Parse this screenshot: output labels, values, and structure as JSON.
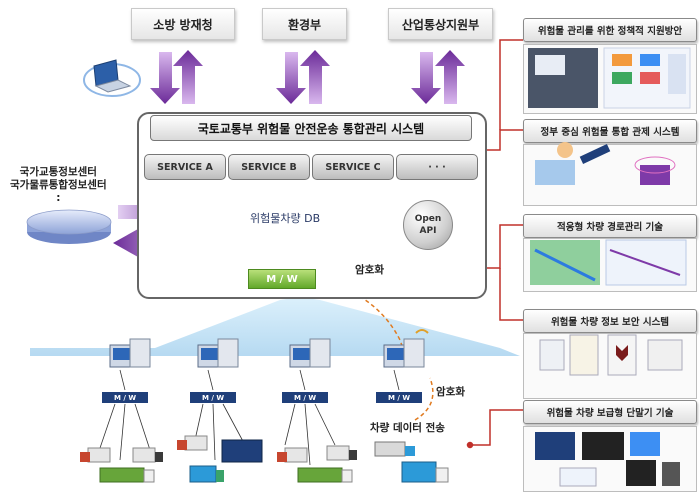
{
  "agencies": [
    "소방 방재청",
    "환경부",
    "산업통상지원부"
  ],
  "system": {
    "title": "국토교통부 위험물 안전운송 통합관리 시스템",
    "services": [
      "SERVICE A",
      "SERVICE B",
      "SERVICE C",
      "· · ·"
    ],
    "db_label": "위험물차량 DB",
    "open_api": [
      "Open",
      "API"
    ],
    "mw_label": "M / W"
  },
  "left_center": [
    "국가교통정보센터",
    "국가물류통합정보센터",
    ":"
  ],
  "encryption_label": "암호화",
  "vehicle_transmission": "차량 데이터 전송",
  "node_mw_label": "M / W",
  "right_panels": [
    "위험물 관리를 위한 정책적 지원방안",
    "정부 중심 위험물 통합 관제 시스템",
    "적응형 차량 경로관리 기술",
    "위험물 차량 정보 보안 시스템",
    "위험물 차량 보급형 단말기 기술"
  ],
  "colors": {
    "arrow_purple": "#7e3aa8",
    "mw_green": "#6aaf2d",
    "node_mw_blue": "#1f3f7a",
    "connector_red": "#c0302a",
    "dash_orange": "#e07a1f",
    "disc_blue": "#b7c6ea"
  }
}
